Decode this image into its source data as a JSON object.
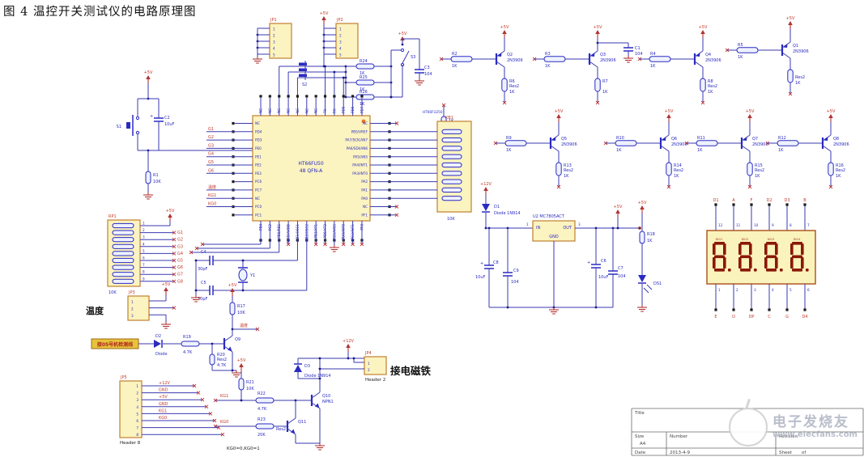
{
  "page_title": "图 4 温控开关测试仪的电路原理图",
  "power": {
    "p5": "+5V",
    "p12": "+12V"
  },
  "mcu": {
    "part_line1": "HT66FU50",
    "part_line2": "48 QFN-A",
    "left_pins": [
      "NC",
      "PD4",
      "PD3",
      "PE0",
      "PE1",
      "PE2",
      "PE3",
      "PC6",
      "PC7",
      "NC",
      "PC0",
      "PC1"
    ],
    "right_pins": [
      "NC",
      "PB5/VREF",
      "PA7/SCK/AN7",
      "PA6/SDI/AN6",
      "PA5/AN5",
      "PA4/INT1",
      "PA3/INT0",
      "PA2",
      "PA1",
      "PA0",
      "NC",
      "PF1"
    ],
    "top_pins": [
      "NC",
      "NC",
      "NC",
      "NC",
      "NC",
      "NC",
      "NC",
      "TX",
      "RX",
      "PD5",
      "PD6",
      "PD7"
    ],
    "bottom_pins": [
      "PB4",
      "PC2",
      "PB0/RES",
      "VDD/AVDD",
      "PB1/OSC1",
      "PB2/OSC2",
      "PB3/XT1",
      "PB6/XT2",
      "VSS/AVSS",
      "PD0/INT0",
      "PD2/INT1",
      "PF0"
    ],
    "left_net_labels": [
      "G1",
      "G2",
      "G3",
      "G4",
      "G5",
      "G6",
      "温度",
      "KG1",
      "KG0"
    ]
  },
  "reset": {
    "button": "S1",
    "cap": "C2",
    "cap_val": "10uF",
    "res": "R1",
    "res_val": "10K"
  },
  "top_area": {
    "jp1": "JP1",
    "jp2": "JP2",
    "s2": "S2",
    "s3": "S3",
    "c3": "C3",
    "c3_val": "104",
    "res": [
      {
        "ref": "R24",
        "val": "1K"
      },
      {
        "ref": "R25",
        "val": "1K"
      },
      {
        "ref": "R26",
        "val": "1K"
      }
    ],
    "misc_label": "HT66FU250",
    "misc_res_val": "1K"
  },
  "packs": {
    "rp1": {
      "ref": "RP1",
      "val": "10K"
    },
    "rp2": {
      "ref": "KB1",
      "val": "10K"
    },
    "rp1_nets": [
      "G1",
      "G2",
      "G3",
      "G4",
      "G5",
      "G6",
      "G7",
      "G8"
    ]
  },
  "temperature": {
    "label": "温度",
    "jp3": "JP3",
    "net": "温度"
  },
  "crystal": {
    "y1": "Y1",
    "c4": "C4",
    "c4_val": "30pF",
    "c5": "C5",
    "c5_val": "30pF",
    "r17": "R17",
    "r17_val": "10K"
  },
  "cells_row1": [
    {
      "rb": "R2",
      "rbv": "1K",
      "q": "Q2",
      "part": "2N3906",
      "rc": "R6",
      "rct": "Res2",
      "rcv": "1K"
    },
    {
      "rb": "R3",
      "rbv": "1K",
      "q": "Q3",
      "part": "2N3906",
      "rc": "R7",
      "rct": "",
      "rcv": "1K",
      "cap": "C1",
      "capv": "104"
    },
    {
      "rb": "R4",
      "rbv": "1K",
      "q": "Q4",
      "part": "2N3906",
      "rc": "R8",
      "rct": "Res2",
      "rcv": "1K"
    },
    {
      "rb": "R5",
      "rbv": "1K",
      "q": "Q1",
      "part": "2N3906",
      "rc": "",
      "rct": "Res2",
      "rcv": "1K"
    }
  ],
  "cells_row2": [
    {
      "rb": "R9",
      "rbv": "1K",
      "q": "Q5",
      "part": "2N3906",
      "rc": "R13",
      "rct": "Res2",
      "rcv": "1K"
    },
    {
      "rb": "R10",
      "rbv": "1K",
      "q": "Q6",
      "part": "2N3906",
      "rc": "R14",
      "rct": "Res2",
      "rcv": "1K"
    },
    {
      "rb": "R11",
      "rbv": "1K",
      "q": "Q7",
      "part": "2N3906",
      "rc": "R15",
      "rct": "Res2",
      "rcv": "1K"
    },
    {
      "rb": "R12",
      "rbv": "1K",
      "q": "Q8",
      "part": "2N3906",
      "rc": "R16",
      "rct": "Res2",
      "rcv": "1K"
    }
  ],
  "regulator": {
    "u2": "U2",
    "part": "MC7805ACT",
    "pin_in": "IN",
    "pin_out": "OUT",
    "pin_gnd": "GND",
    "pin1": "1",
    "pin3": "3",
    "d1": "D1",
    "d1_part": "Diode 1N914",
    "c8": "C8",
    "c8_val": "10uF",
    "c9": "C9",
    "c9_val": "104",
    "c6": "C6",
    "c6_val": "10uF",
    "c7": "C7",
    "c7_val": "104"
  },
  "led": {
    "r18": "R18",
    "r18_val": "1K",
    "ds": "DS1"
  },
  "display": {
    "top_nets": [
      "D1",
      "A",
      "F",
      "D2",
      "D3",
      "B"
    ],
    "top_pins": [
      "12",
      "11",
      "10",
      "9",
      "8",
      "7"
    ],
    "bottom_nets": [
      "E",
      "D",
      "DP",
      "C",
      "G",
      "D4"
    ],
    "bottom_pins": [
      "1",
      "2",
      "3",
      "4",
      "5",
      "6"
    ],
    "digit_labels": [
      "DIG1",
      "DIG2",
      "DIG3",
      "DIG4"
    ]
  },
  "detect": {
    "wire_label": "接05号机检测线",
    "d2": "D2",
    "d2_part": "Diode",
    "r19": "R19",
    "r19_val": "4.7K",
    "r20": "R20",
    "r20_type": "Res2",
    "r20_val": "4.7K",
    "q9": "Q9"
  },
  "control": {
    "kg1": "KG1",
    "kg0": "KG0",
    "r21": "R21",
    "r21_val": "10K",
    "r22": "R22",
    "r22_val": "4.7K",
    "r23": "R23",
    "r23_type": "Res2",
    "r23_val": "20K",
    "q10": "Q10",
    "q10_part": "NPN1",
    "q11": "Q11",
    "d3": "D3",
    "d3_part": "Diode 1N914",
    "jp4": "JP4",
    "jp4_type": "Header 2",
    "jp4_label": "接电磁铁",
    "note": "KG0=0,KG0=1"
  },
  "jp5": {
    "ref": "JP5",
    "type": "Header 8",
    "nets": [
      "+12V",
      "GND",
      "+5V",
      "GND",
      "KG1",
      "KG0",
      "",
      ""
    ]
  },
  "title_block": {
    "title": "Title",
    "size_label": "Size",
    "size": "A4",
    "number_label": "Number",
    "revision_label": "Revision",
    "date_label": "Date",
    "date": "2013-4-9",
    "sheet_label": "Sheet",
    "of_label": "of"
  },
  "watermark": {
    "brand": "电子发烧友",
    "url": "www.elecfans.com"
  }
}
